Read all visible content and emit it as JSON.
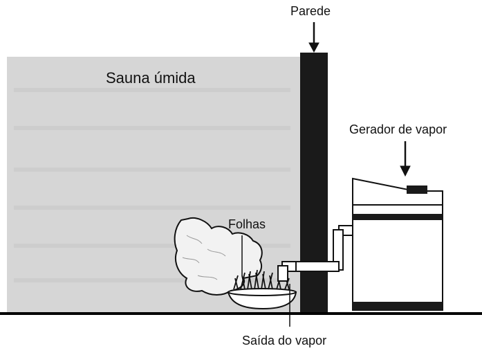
{
  "labels": {
    "sauna": "Sauna úmida",
    "wall": "Parede",
    "generator": "Gerador de vapor",
    "leaves": "Folhas",
    "outlet": "Saída do vapor"
  },
  "colors": {
    "background_room": "#d6d6d6",
    "wall": "#1a1a1a",
    "ink": "#111111",
    "rock": "#f2f2f2",
    "generator_body": "#ffffff",
    "floor": "#000000"
  }
}
